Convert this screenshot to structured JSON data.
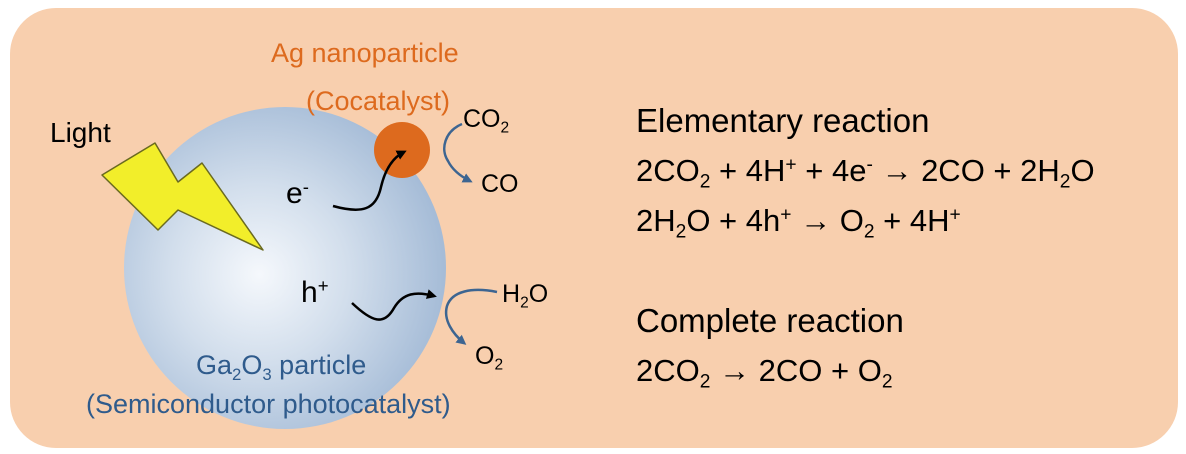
{
  "diagram": {
    "light_label": "Light",
    "ag_label": "Ag nanoparticle",
    "cocatalyst_label": "(Cocatalyst)",
    "electron_label": "e",
    "electron_sup": "-",
    "hole_label": "h",
    "hole_sup": "+",
    "co2_main": "CO",
    "co2_sub": "2",
    "co_label": "CO",
    "h2o_left": "H",
    "h2o_sub": "2",
    "h2o_right": "O",
    "o2_main": "O",
    "o2_sub": "2",
    "particle_line1": {
      "p1": "Ga",
      "s1": "2",
      "p2": "O",
      "s2": "3",
      "p3": " particle"
    },
    "particle_line2": "(Semiconductor photocatalyst)"
  },
  "reactions": {
    "elementary_title": "Elementary reaction",
    "eq1": {
      "a": "2CO",
      "a_sub": "2",
      "b": " + 4H",
      "b_sup": "+",
      "c": " + 4e",
      "c_sup": "-",
      "d": " → 2CO + 2H",
      "d_sub": "2",
      "e": "O"
    },
    "eq2": {
      "a": "2H",
      "a_sub": "2",
      "b": "O + 4h",
      "b_sup": "+",
      "c": " → O",
      "c_sub": "2",
      "d": " + 4H",
      "d_sup": "+"
    },
    "complete_title": "Complete reaction",
    "eq3": {
      "a": "2CO",
      "a_sub": "2",
      "b": " → 2CO + O",
      "b_sub": "2"
    }
  },
  "colors": {
    "background": "#f8cfae",
    "particle": "#b8cbe2",
    "nanoparticle": "#dd6a1e",
    "light_bolt": "#f2ee2a",
    "arrow_blue": "#3d6591",
    "label_blue": "#2f5b8c",
    "label_orange": "#dd6a1e"
  },
  "icons": {
    "light": "lightning-bolt-icon"
  }
}
